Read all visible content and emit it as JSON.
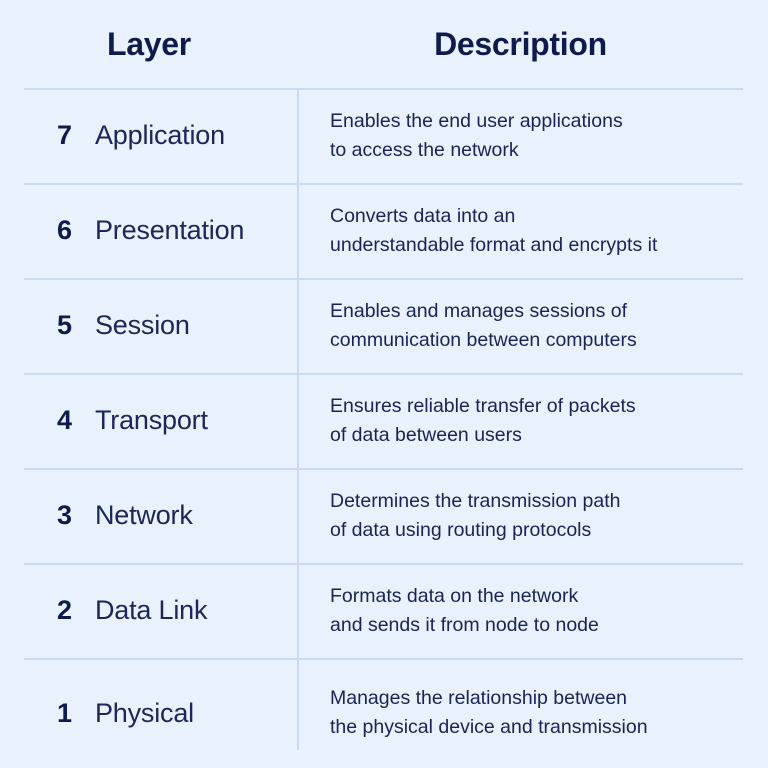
{
  "colors": {
    "background": "#e9f1fc",
    "divider": "#c9dbf0",
    "text": "#1a2357",
    "heading": "#101b4d"
  },
  "table": {
    "columns": [
      {
        "label": "Layer"
      },
      {
        "label": "Description"
      }
    ],
    "rows": [
      {
        "number": "7",
        "name": "Application",
        "desc1": "Enables the end user applications",
        "desc2": "to access the network"
      },
      {
        "number": "6",
        "name": "Presentation",
        "desc1": "Converts data into an",
        "desc2": "understandable format and encrypts it"
      },
      {
        "number": "5",
        "name": "Session",
        "desc1": "Enables and manages sessions of",
        "desc2": "communication between computers"
      },
      {
        "number": "4",
        "name": "Transport",
        "desc1": "Ensures reliable transfer of packets",
        "desc2": "of data between users"
      },
      {
        "number": "3",
        "name": "Network",
        "desc1": "Determines the transmission path",
        "desc2": "of data using routing protocols"
      },
      {
        "number": "2",
        "name": "Data Link",
        "desc1": "Formats data on the network",
        "desc2": "and sends it from node to node"
      },
      {
        "number": "1",
        "name": "Physical",
        "desc1": "Manages the relationship between",
        "desc2": "the physical device and transmission"
      }
    ]
  }
}
